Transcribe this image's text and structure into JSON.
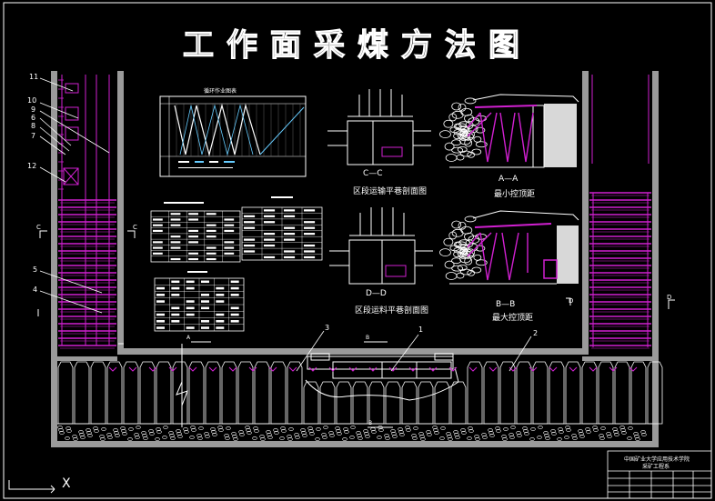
{
  "title": "工作面采煤方法图",
  "sections": {
    "cc": {
      "mark": "C—C",
      "caption": "区段运输平巷剖面图"
    },
    "dd": {
      "mark": "D—D",
      "caption": "区段运料平巷剖面图"
    },
    "aa": {
      "mark": "A—A",
      "caption": "最小控顶距"
    },
    "bb": {
      "mark": "B—B",
      "caption": "最大控顶距"
    }
  },
  "chart_caption": "循环作业图表",
  "callouts": {
    "left": [
      "11",
      "10",
      "9",
      "6",
      "8",
      "7",
      "12",
      "5",
      "4"
    ],
    "bottom": [
      "3",
      "1",
      "2"
    ]
  },
  "markers": {
    "c_left": "C",
    "c_right": "C",
    "d_left": "D",
    "d_right": "D",
    "a_arrow": "A",
    "b_arrow": "B",
    "b_arrow_low": "B"
  },
  "axis": "X",
  "title_block": {
    "line1": "中国矿业大学应用技术学院",
    "line2": "采矿工程系"
  },
  "colors": {
    "wall": "#9a9a9a",
    "support": "#d020d0",
    "line": "#ffffff",
    "panel_fill": "#d8d8d8"
  }
}
